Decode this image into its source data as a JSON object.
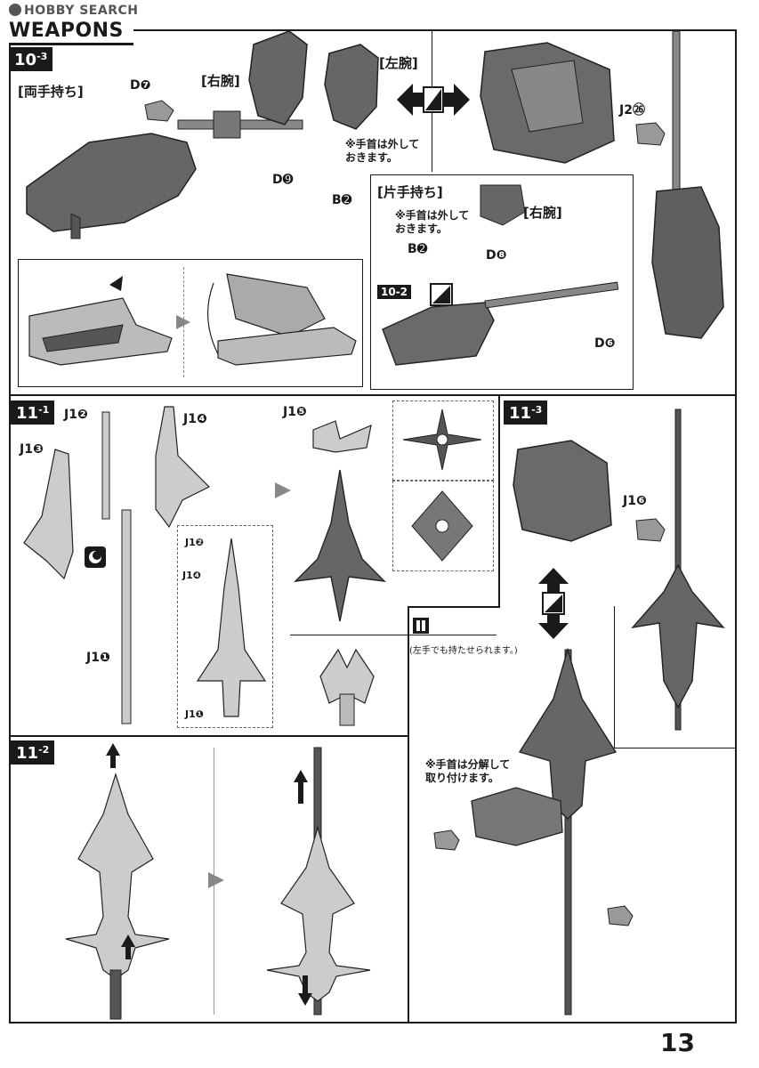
{
  "watermark": "HOBBY SEARCH",
  "section_title": "WEAPONS",
  "page_number": "13",
  "step_10_3": {
    "badge": "10",
    "badge_sub": "-3",
    "mode_label": "[両手持ち]",
    "right_arm": "[右腕]",
    "left_arm": "[左腕]",
    "part_d7": "D❼",
    "part_d9": "D➒",
    "part_b2": "B➋",
    "part_j2_26": "J2㉖",
    "note_hand": "※手首は外して\nおきます。"
  },
  "step_10_2_inset": {
    "mode_label": "[片手持ち]",
    "note_hand": "※手首は外して\nおきます。",
    "right_arm": "[右腕]",
    "part_b2": "B➋",
    "part_d8": "D❽",
    "part_d6": "D❻",
    "badge": "10-2"
  },
  "step_11_1": {
    "badge": "11",
    "badge_sub": "-1",
    "part_j1_2": "J1❷",
    "part_j1_4": "J1❹",
    "part_j1_3": "J1❸",
    "part_j1_1": "J1❶",
    "part_j1_5": "J1❺",
    "detail_j1_2": "J1❷",
    "detail_j1_4": "J1❹",
    "detail_j1_1": "J1❶"
  },
  "step_11_3": {
    "badge": "11",
    "badge_sub": "-3",
    "part_j1_6": "J1❻",
    "note_left_hand": "(左手でも持たせられます。)",
    "note_hand_apart": "※手首は分解して\n取り付けます。"
  },
  "step_11_2": {
    "badge": "11",
    "badge_sub": "-2"
  }
}
